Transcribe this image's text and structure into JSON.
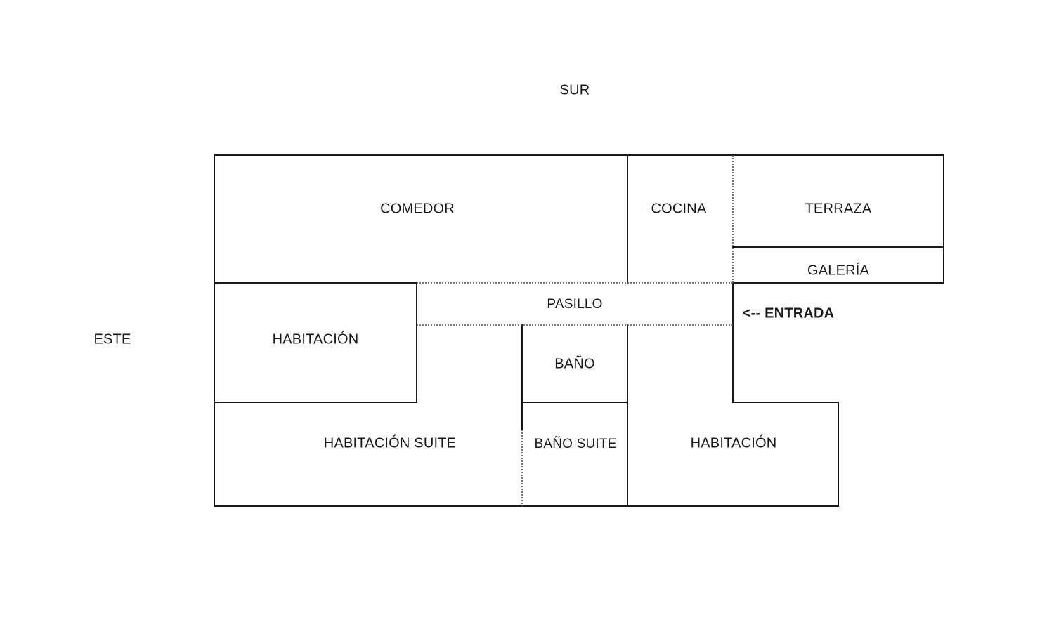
{
  "orientation": {
    "sur": "SUR",
    "este": "ESTE"
  },
  "rooms": {
    "comedor": "COMEDOR",
    "cocina": "COCINA",
    "terraza": "TERRAZA",
    "galeria": "GALERÍA",
    "pasillo": "PASILLO",
    "habitacion_este": "HABITACIÓN",
    "bano": "BAÑO",
    "habitacion_suite": "HABITACIÓN SUITE",
    "bano_suite": "BAÑO SUITE",
    "habitacion_oeste": "HABITACIÓN"
  },
  "entrance": {
    "label": "<-- ENTRADA"
  },
  "colors": {
    "line": "#1a1a1a",
    "dotted": "#555555",
    "background": "#ffffff"
  }
}
